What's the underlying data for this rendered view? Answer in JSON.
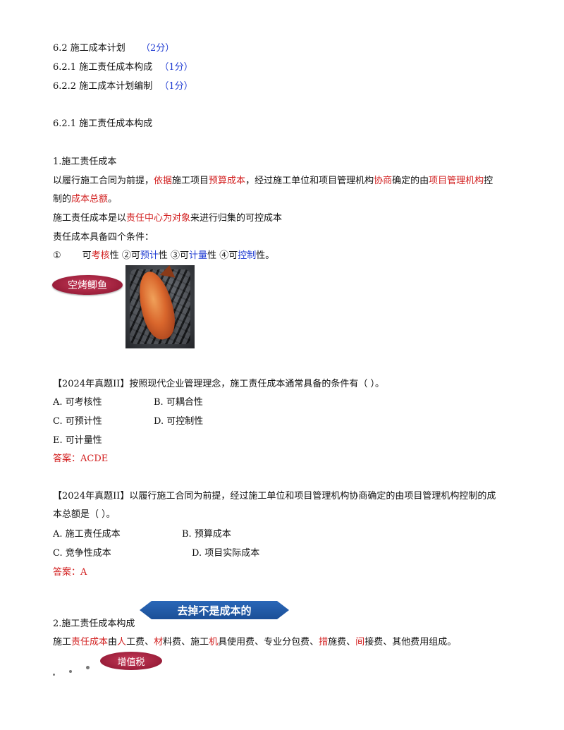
{
  "toc": {
    "line1": {
      "text": "6.2  施工成本计划",
      "score": "（2分）"
    },
    "line2": {
      "text": "6.2.1  施工责任成本构成",
      "score": "（1分）"
    },
    "line3": {
      "text": "6.2.2  施工成本计划编制",
      "score": "（1分）"
    }
  },
  "section_heading": "6.2.1  施工责任成本构成",
  "part1": {
    "title": "1.施工责任成本",
    "para1": {
      "s1": "以履行施工合同为前提，",
      "s2": "依据",
      "s3": "施工项目",
      "s4": "预算成本",
      "s5": "，经过施工单位和项目管理机构",
      "s6": "协商",
      "s7": "确定的由",
      "s8": "项目管理机构",
      "s9": "控",
      "s10": "制的",
      "s11": "成本总额",
      "s12": "。"
    },
    "para2": {
      "s1": "施工责任成本是以",
      "s2": "责任中心为对象",
      "s3": "来进行归集的可控成本"
    },
    "para3": "责任成本具备四个条件：",
    "conditions": {
      "n1": "①",
      "c1a": "可",
      "c1b": "考核",
      "c1c": "性",
      "c2a": "②可",
      "c2b": "预计",
      "c2c": "性",
      "c3a": "③可",
      "c3b": "计量",
      "c3c": "性",
      "c4a": "④可",
      "c4b": "控制",
      "c4c": "性。"
    },
    "badge": "空烤鲫鱼"
  },
  "q1": {
    "stem": "【2024年真题II】按照现代企业管理理念，施工责任成本通常具备的条件有（    ）。",
    "options": {
      "a": "A. 可考核性",
      "b": "B. 可耦合性",
      "c": "C. 可预计性",
      "d": "D. 可控制性",
      "e": "E. 可计量性"
    },
    "answer": "答案：ACDE"
  },
  "q2": {
    "stem1": "【2024年真题II】以履行施工合同为前提，经过施工单位和项目管理机构协商确定的由项目管理机构控制的成",
    "stem2": "本总额是（    ）。",
    "options": {
      "a": "A. 施工责任成本",
      "b": "B. 预算成本",
      "c": "C. 竞争性成本",
      "d": "D. 项目实际成本"
    },
    "answer": "答案：A"
  },
  "part2": {
    "title": "2.施工责任成本构成",
    "ribbon": "去掉不是成本的",
    "para": {
      "s1": "施工",
      "s2": "责任成本",
      "s3": "由",
      "s4": "人",
      "s5": "工费、",
      "s6": "材",
      "s7": "料费、施工",
      "s8": "机",
      "s9": "具使用费、专业分包费、",
      "s10": "措",
      "s11": "施费、",
      "s12": "间",
      "s13": "接费、其他费用组成。"
    },
    "badge": "增值税"
  },
  "colors": {
    "highlight_red": "#d21f1f",
    "highlight_blue": "#1f3bd2",
    "badge_crimson": "#9a1e3a",
    "ribbon_blue": "#1b4f97"
  }
}
